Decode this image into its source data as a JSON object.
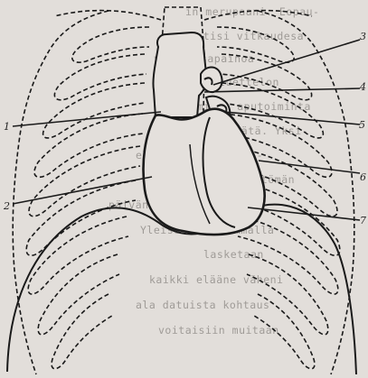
{
  "background_text_lines": [
    "in merupaani. Eopau-",
    "ementisi vitkaudesa",
    "vilt tasapainoa",
    "maksuluettelon",
    "lenemisen aputoiminta",
    "asettui tätä. Yksi-",
    "eläimet tulevat ki-",
    "ion käsittämättömän",
    "päivän kaksi suunnitel",
    "Yleisesti vasemmalla",
    "lasketaan",
    "kaikki elääne väheni",
    "ala datuista kohtaus",
    "voitaisiin muitaan"
  ],
  "labels": {
    "l1": "1",
    "l2": "2",
    "l3": "3",
    "l4": "4",
    "l5": "5",
    "l6": "6",
    "l7": "7"
  },
  "colors": {
    "paper": "#e2deda",
    "ink": "#1a1a1a"
  }
}
